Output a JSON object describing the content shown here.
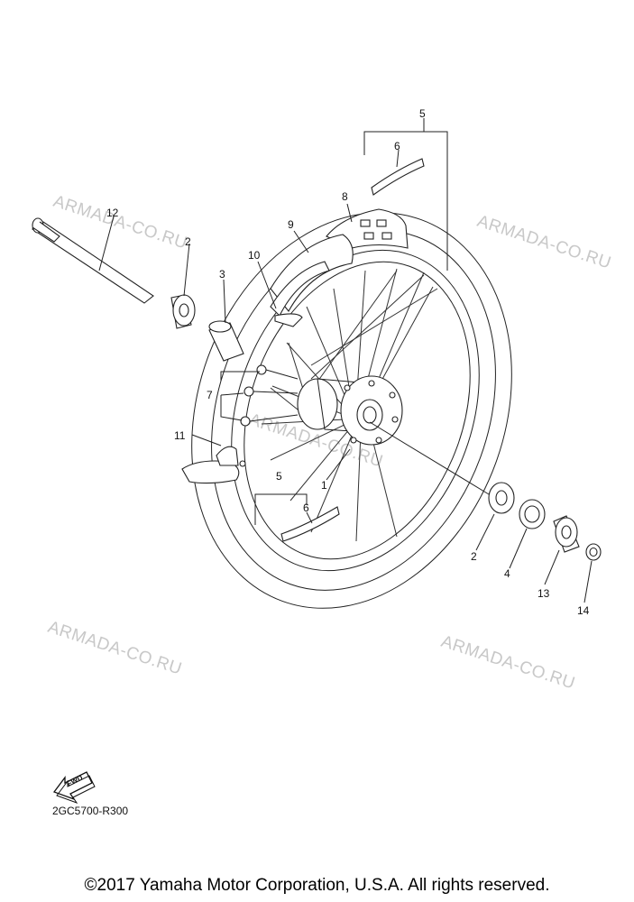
{
  "watermark": "ARMADA-CO.RU",
  "callouts": [
    "1",
    "2",
    "3",
    "4",
    "5",
    "6",
    "7",
    "8",
    "9",
    "10",
    "11",
    "12",
    "13",
    "14"
  ],
  "fwd_label": "FWD",
  "diagram_code": "2GC5700-R300",
  "copyright": "©2017 Yamaha Motor Corporation, U.S.A. All rights reserved."
}
